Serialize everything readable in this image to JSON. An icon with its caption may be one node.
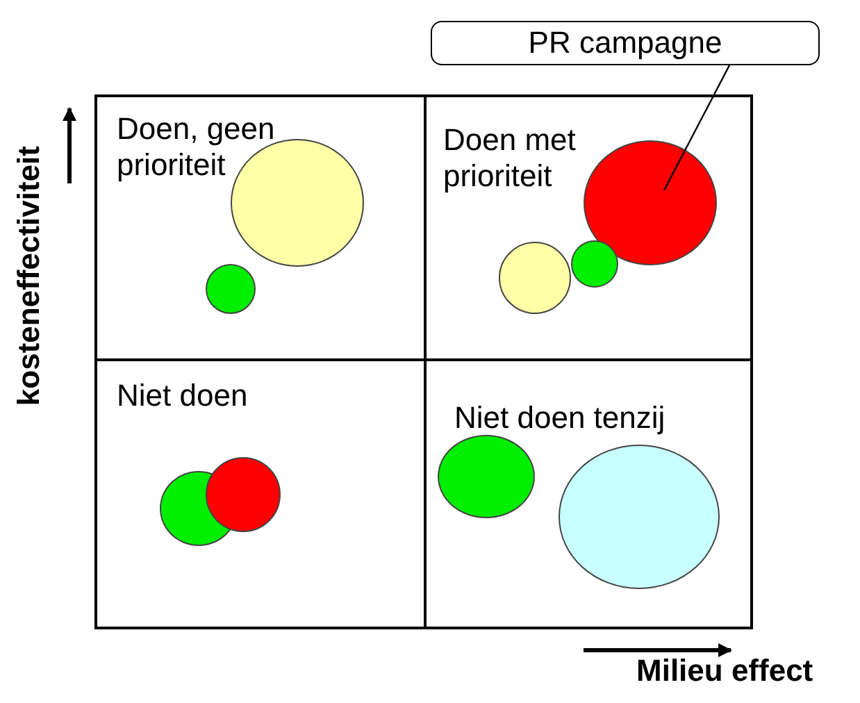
{
  "diagram": {
    "nodes": [
      {
        "text": [
          "Doen, geen prioriteit"
        ]
      },
      {
        "text": [
          "Doen met prioriteit"
        ]
      },
      {
        "text": [
          "Niet doen"
        ]
      },
      {
        "text": [
          "Niet doen tenzij"
        ]
      },
      {
        "text": [],
        "shape": "circle",
        "in": 0
      },
      {
        "text": [],
        "shape": "circle",
        "in": 0
      },
      {
        "text": [],
        "shape": "circle",
        "in": 1
      },
      {
        "text": [],
        "shape": "circle",
        "in": 1
      },
      {
        "text": [],
        "shape": "circle",
        "in": 1
      },
      {
        "text": [],
        "shape": "circle",
        "in": 2
      },
      {
        "text": [],
        "shape": "circle",
        "in": 2
      },
      {
        "text": [],
        "shape": "circle",
        "in": 3
      },
      {
        "text": [],
        "shape": "circle",
        "in": 3
      },
      {
        "text": [
          "PR campagne"
        ]
      }
    ],
    "edges": [
      {
        "from": 13,
        "to": 6,
        "arrow": "none"
      }
    ],
    "labels": [
      "kosteneffectiviteit",
      "Milieu effect"
    ]
  }
}
